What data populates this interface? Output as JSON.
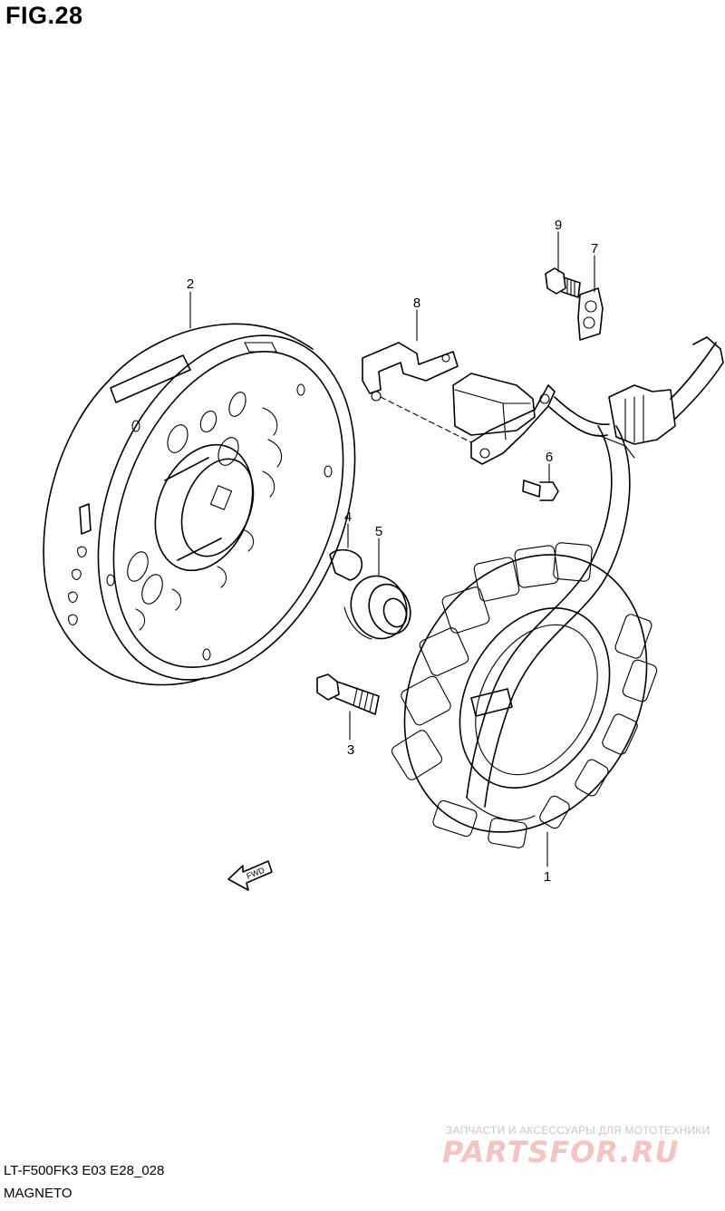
{
  "figure": {
    "title": "FIG.28"
  },
  "footer": {
    "model_code": "LT-F500FK3 E03 E28_028",
    "section_name": "MAGNETO"
  },
  "direction_arrow": {
    "label": "FWD"
  },
  "callouts": [
    {
      "number": "1",
      "part": "stator"
    },
    {
      "number": "2",
      "part": "rotor"
    },
    {
      "number": "3",
      "part": "bolt"
    },
    {
      "number": "4",
      "part": "key"
    },
    {
      "number": "5",
      "part": "nut"
    },
    {
      "number": "6",
      "part": "bolt"
    },
    {
      "number": "7",
      "part": "clamp"
    },
    {
      "number": "8",
      "part": "bracket"
    },
    {
      "number": "9",
      "part": "bolt"
    }
  ],
  "watermark": {
    "tagline": "ЗАПЧАСТИ И АКСЕССУАРЫ ДЛЯ МОТОТЕХНИКИ",
    "logo": "PARTSFOR.RU"
  }
}
